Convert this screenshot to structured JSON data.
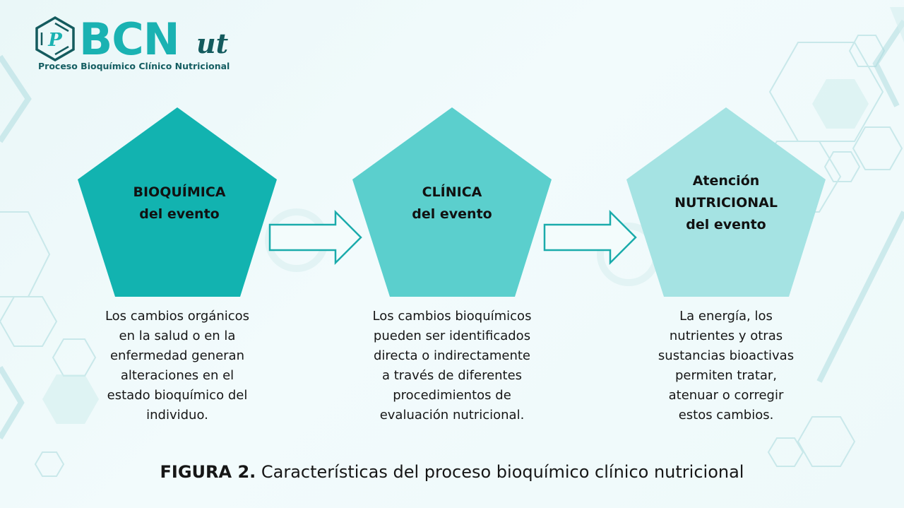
{
  "logo": {
    "icon_letter": "P",
    "brand_main": "BCN",
    "brand_suffix": "ut",
    "tagline": "Proceso Bioquímico Clínico Nutricional"
  },
  "colors": {
    "brand_teal": "#1ab2b2",
    "brand_dark": "#145b5e",
    "pentagon_1": "#12b3b0",
    "pentagon_2": "#5bcfcd",
    "pentagon_3": "#a5e3e3",
    "arrow_stroke": "#1aabab",
    "background": "#eef9fa"
  },
  "steps": [
    {
      "title_lines": [
        "BIOQUÍMICA",
        "del evento"
      ],
      "description_lines": [
        "Los cambios orgánicos",
        "en la salud o en la",
        "enfermedad generan",
        "alteraciones en el",
        "estado bioquímico del",
        "individuo."
      ]
    },
    {
      "title_lines": [
        "CLÍNICA",
        "del evento"
      ],
      "description_lines": [
        "Los cambios bioquímicos",
        "pueden ser identificados",
        "directa o indirectamente",
        "a través de diferentes",
        "procedimientos de",
        "evaluación nutricional."
      ]
    },
    {
      "title_lines": [
        "Atención",
        "NUTRICIONAL",
        "del evento"
      ],
      "description_lines": [
        "La energía, los",
        "nutrientes y otras",
        "sustancias bioactivas",
        "permiten tratar,",
        "atenuar o corregir",
        "estos cambios."
      ]
    }
  ],
  "arrows": [
    "arrow-right",
    "arrow-right"
  ],
  "caption": {
    "label": "FIGURA 2.",
    "text": " Características del proceso bioquímico clínico nutricional"
  }
}
